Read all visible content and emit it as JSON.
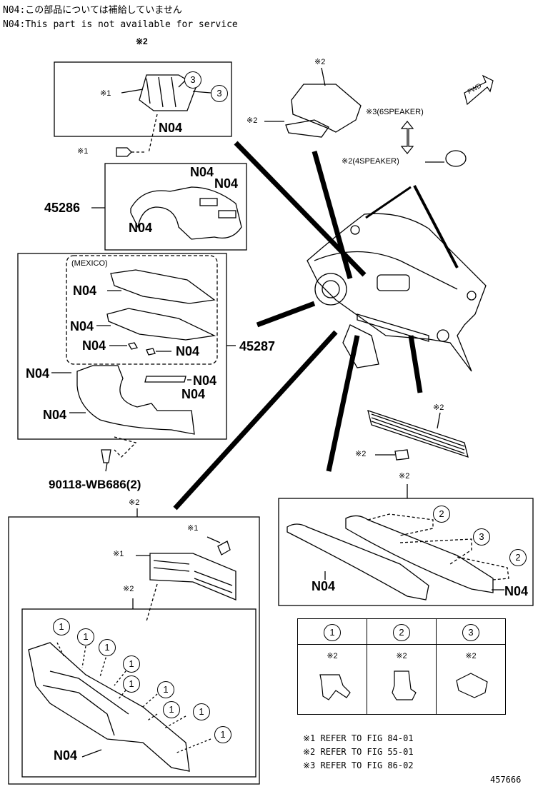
{
  "notes": {
    "jp": "N04:この部品については補給していません",
    "en": "N04:This part is not available for service"
  },
  "labels": {
    "n04": "N04",
    "ref2": "※2",
    "ref1": "※1",
    "part_45286": "45286",
    "part_45287": "45287",
    "mexico": "(MEXICO)",
    "bolt": "90118-WB686(2)",
    "speaker6": "※3(6SPEAKER)",
    "speaker4": "※2(4SPEAKER)",
    "fwd": "FWD",
    "figure_no": "457666"
  },
  "legend": {
    "headers": [
      "1",
      "2",
      "3"
    ],
    "notes": [
      "※2",
      "※2",
      "※2"
    ]
  },
  "callouts": {
    "one": "1",
    "two": "2",
    "three": "3"
  },
  "references": [
    "※1 REFER TO FIG 84-01",
    "※2 REFER TO FIG 55-01",
    "※3 REFER TO FIG 86-02"
  ]
}
